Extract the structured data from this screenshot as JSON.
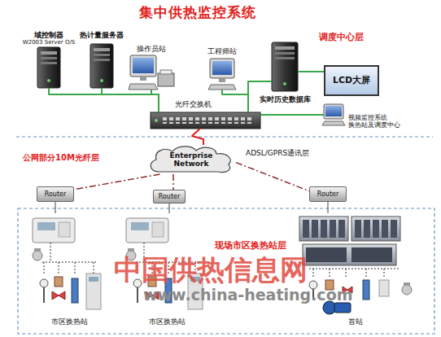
{
  "diagram": {
    "title": "集中供热监控系统",
    "nodes": [
      {
        "text": [
          "域控制器",
          "W2003 Server O/S"
        ]
      },
      {
        "text": [
          "热计量服务器"
        ]
      },
      {
        "text": [
          "操作员站"
        ]
      },
      {
        "text": [
          "工程师站"
        ]
      },
      {
        "text": [
          "光纤交换机"
        ]
      },
      {
        "text": [
          "实时历史数据库"
        ]
      },
      {
        "text": [
          "LCD大屏"
        ]
      },
      {
        "text": [
          "视频监控系统 换热站及调度中心"
        ]
      },
      {
        "text": [
          "Enterprise Network"
        ]
      },
      {
        "text": [
          "Router"
        ]
      },
      {
        "text": [
          "Router"
        ]
      },
      {
        "text": [
          "Router"
        ]
      },
      {
        "text": [
          "市区换热站"
        ]
      },
      {
        "text": [
          "市区换热站"
        ]
      },
      {
        "text": [
          "首站"
        ]
      }
    ],
    "edges": [
      {
        "from": 0,
        "to": 4,
        "arrow": "none"
      },
      {
        "from": 1,
        "to": 4,
        "arrow": "none"
      },
      {
        "from": 2,
        "to": 4,
        "arrow": "none"
      },
      {
        "from": 3,
        "to": 4,
        "arrow": "none"
      },
      {
        "from": 5,
        "to": 4,
        "arrow": "none"
      },
      {
        "from": 5,
        "to": 6,
        "arrow": "none"
      },
      {
        "from": 4,
        "to": 7,
        "arrow": "none"
      },
      {
        "from": 4,
        "to": 8,
        "arrow": "none"
      },
      {
        "from": 8,
        "to": 9,
        "arrow": "none"
      },
      {
        "from": 8,
        "to": 10,
        "arrow": "none"
      },
      {
        "from": 8,
        "to": 11,
        "arrow": "none"
      },
      {
        "from": 9,
        "to": 12,
        "arrow": "none"
      },
      {
        "from": 10,
        "to": 13,
        "arrow": "none"
      },
      {
        "from": 11,
        "to": 14,
        "arrow": "none"
      }
    ],
    "labels": [
      "调度中心层",
      "公网部分10M光纤层",
      "ADSL/GPRS通讯层",
      "现场市区换热站层",
      "中国供热信息网",
      "www.china-heating.com"
    ]
  }
}
